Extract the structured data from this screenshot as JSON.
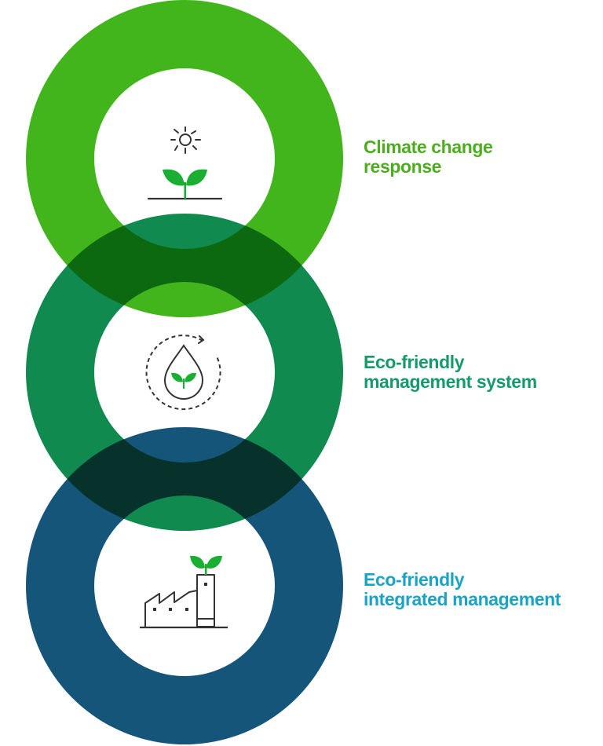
{
  "diagram": {
    "title": "Environmental management pillars",
    "colors": {
      "ring_1": "#42b41c",
      "ring_2": "#108a4f",
      "ring_3": "#16557a",
      "overlap_1_2": "#0d690f",
      "overlap_2_3": "#06322b",
      "icon_stroke": "#333333",
      "icon_leaf": "#1aae33",
      "background": "#ffffff"
    },
    "items": [
      {
        "id": "climate",
        "icon": "sun-sprout-icon",
        "label_lines": [
          "Climate change",
          "response"
        ],
        "label_color": "#4cae1e"
      },
      {
        "id": "management-system",
        "icon": "water-drop-cycle-icon",
        "label_lines": [
          "Eco-friendly",
          "management system"
        ],
        "label_color": "#159a6a"
      },
      {
        "id": "integrated-management",
        "icon": "factory-sprout-icon",
        "label_lines": [
          "Eco-friendly",
          "integrated management"
        ],
        "label_color": "#1aa3c2"
      }
    ]
  }
}
